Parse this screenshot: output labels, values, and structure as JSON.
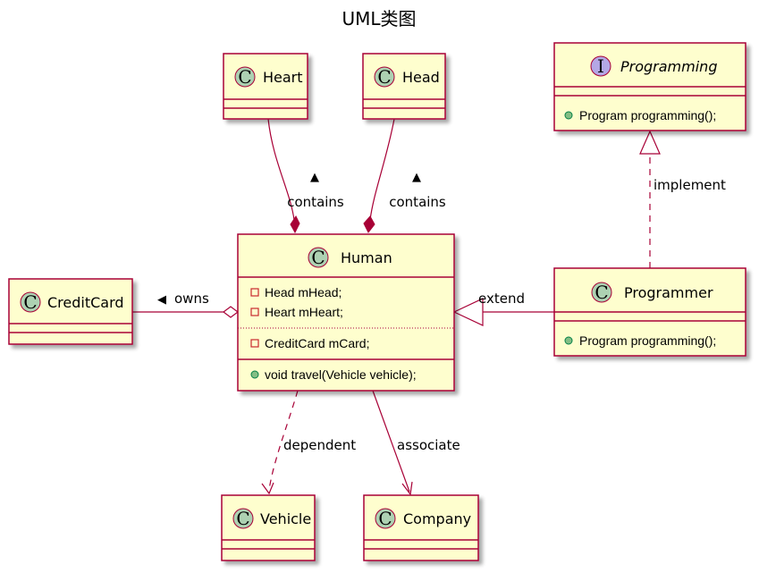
{
  "title": "UML类图",
  "colors": {
    "class_fill": "#FEFECE",
    "border": "#A80036",
    "class_circle": "#ADD1B2",
    "interface_circle": "#B4A7E5",
    "private_marker": "#C82930",
    "public_marker": "#84BE84",
    "text": "#000000"
  },
  "classes": {
    "heart": {
      "glyph": "C",
      "name": "Heart"
    },
    "head": {
      "glyph": "C",
      "name": "Head"
    },
    "programming": {
      "glyph": "I",
      "name": "Programming",
      "methods": [
        "Program programming();"
      ]
    },
    "human": {
      "glyph": "C",
      "name": "Human",
      "fields_group1": [
        "Head mHead;",
        "Heart mHeart;"
      ],
      "fields_group2": [
        "CreditCard mCard;"
      ],
      "methods": [
        "void travel(Vehicle vehicle);"
      ]
    },
    "creditcard": {
      "glyph": "C",
      "name": "CreditCard"
    },
    "programmer": {
      "glyph": "C",
      "name": "Programmer",
      "methods": [
        "Program programming();"
      ]
    },
    "vehicle": {
      "glyph": "C",
      "name": "Vehicle"
    },
    "company": {
      "glyph": "C",
      "name": "Company"
    }
  },
  "relations": {
    "heart_contains": {
      "label": "contains",
      "arrow": "▲"
    },
    "head_contains": {
      "label": "contains",
      "arrow": "▲"
    },
    "owns": {
      "label": "owns",
      "arrow": "◀"
    },
    "extend": {
      "label": "extend"
    },
    "implement": {
      "label": "implement"
    },
    "dependent": {
      "label": "dependent"
    },
    "associate": {
      "label": "associate"
    }
  }
}
